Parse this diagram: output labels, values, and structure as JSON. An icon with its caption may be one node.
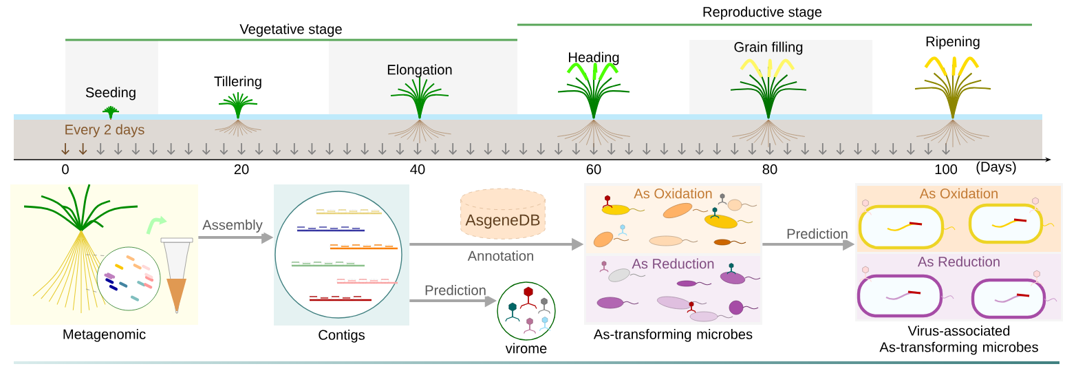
{
  "diagram": {
    "nodes": [
      {
        "text": [
          "Metagenomic"
        ]
      },
      {
        "text": [
          "Contigs"
        ]
      },
      {
        "text": [
          "AsgeneDB"
        ]
      },
      {
        "text": [
          "virome"
        ]
      },
      {
        "text": [
          "As-transforming microbes"
        ]
      },
      {
        "text": [
          "As Oxidation"
        ],
        "in": 4
      },
      {
        "text": [
          "As Reduction"
        ],
        "in": 4
      },
      {
        "text": [
          "Virus-associated As-transforming microbes"
        ]
      },
      {
        "text": [
          "As Oxidation"
        ],
        "in": 7
      },
      {
        "text": [
          "As Reduction"
        ],
        "in": 7
      }
    ],
    "edges": [
      {
        "from": 0,
        "to": 1,
        "arrow": "to",
        "label": "Assembly"
      },
      {
        "from": 1,
        "to": 4,
        "arrow": "to",
        "label": "Annotation"
      },
      {
        "from": 1,
        "to": 3,
        "arrow": "to",
        "label": "Prediction"
      },
      {
        "from": 4,
        "to": 7,
        "arrow": "to",
        "label": "Prediction"
      }
    ],
    "labels": [
      "Reproductive stage",
      "Vegetative stage",
      "Seeding",
      "Tillering",
      "Elongation",
      "Heading",
      "Grain filling",
      "Ripening",
      "Every 2 days",
      "0",
      "20",
      "40",
      "60",
      "80",
      "100",
      "(Days)"
    ]
  }
}
